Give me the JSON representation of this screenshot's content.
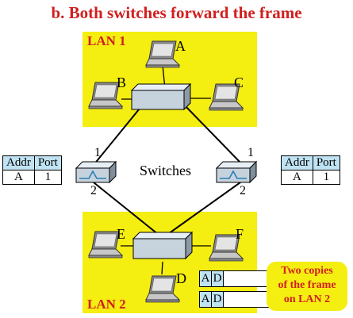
{
  "title": "b. Both switches forward the frame",
  "lan1": {
    "label": "LAN 1"
  },
  "lan2": {
    "label": "LAN 2"
  },
  "stations": {
    "a": "A",
    "b": "B",
    "c": "C",
    "d": "D",
    "e": "E",
    "f": "F"
  },
  "switches_label": "Switches",
  "ports": {
    "left_top": "1",
    "left_bottom": "2",
    "right_top": "1",
    "right_bottom": "2"
  },
  "left_table": {
    "headers": [
      "Addr",
      "Port"
    ],
    "row": [
      "A",
      "1"
    ]
  },
  "right_table": {
    "headers": [
      "Addr",
      "Port"
    ],
    "row": [
      "A",
      "1"
    ]
  },
  "frames": [
    {
      "dst": "A",
      "src": "D"
    },
    {
      "dst": "A",
      "src": "D"
    }
  ],
  "note": {
    "line1": "Two copies",
    "line2": "of the frame",
    "line3": "on LAN 2"
  },
  "colors": {
    "lan_fill": "#f5ee11",
    "title_red": "#d11f1f",
    "table_header": "#bfe3f3"
  }
}
